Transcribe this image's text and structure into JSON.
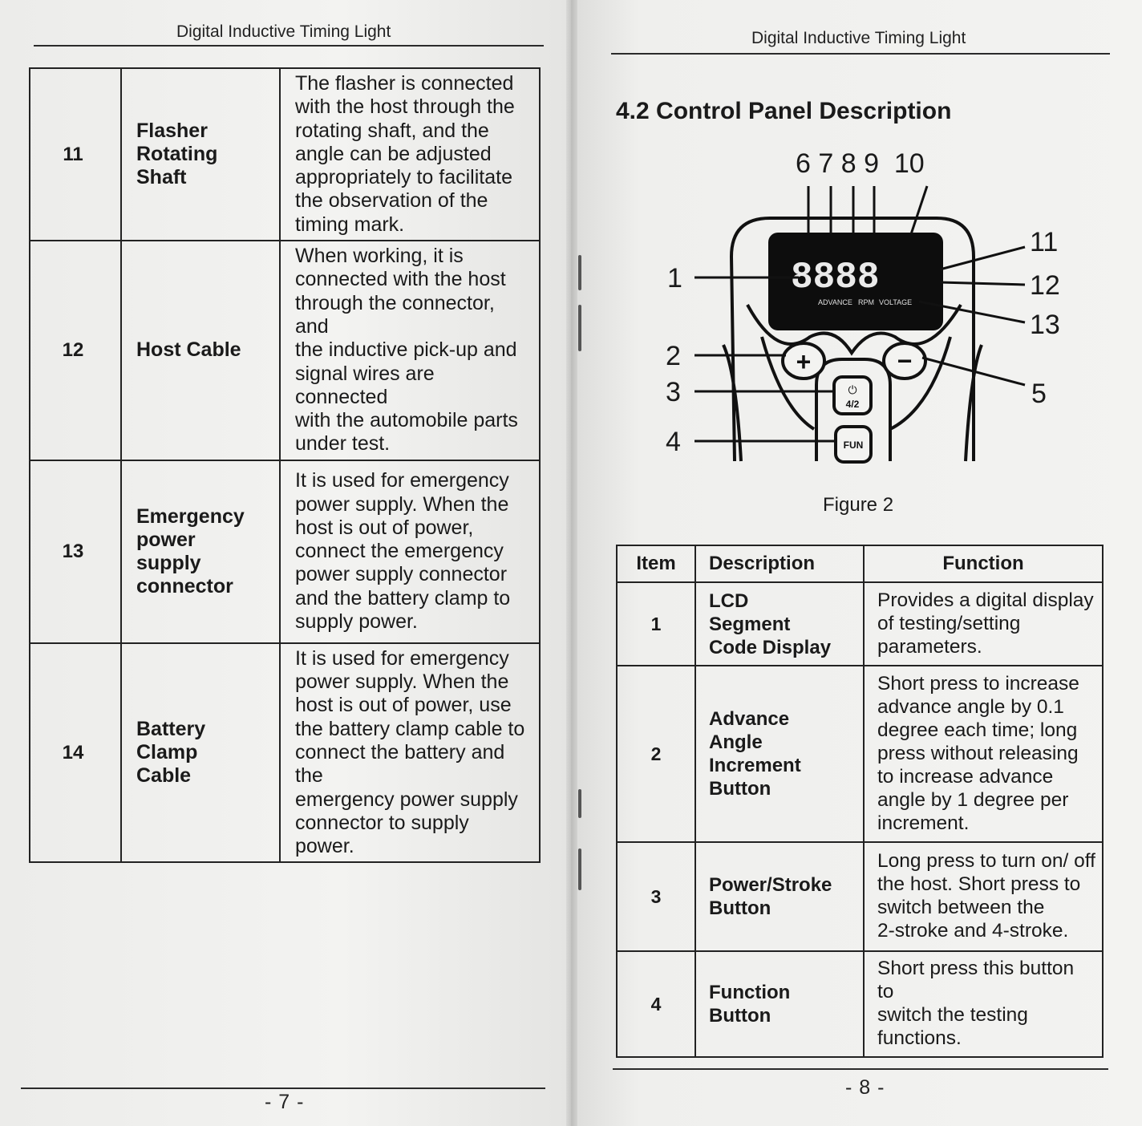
{
  "left_page": {
    "header": "Digital Inductive Timing Light",
    "rows": [
      {
        "item": "11",
        "name": [
          "Flasher",
          "Rotating",
          "Shaft"
        ],
        "function": [
          "The flasher is connected",
          "with the host through the",
          "rotating shaft, and the",
          "angle can be adjusted",
          "appropriately to facilitate",
          "the observation of the",
          "timing mark."
        ]
      },
      {
        "item": "12",
        "name": [
          "Host Cable"
        ],
        "function": [
          "When working, it is",
          "connected with the host",
          "through the connector, and",
          "the inductive pick-up and",
          "signal wires are connected",
          "with the automobile parts",
          "under test."
        ]
      },
      {
        "item": "13",
        "name": [
          "Emergency",
          "power",
          "supply",
          "connector"
        ],
        "function": [
          "It is used for emergency",
          "power supply. When the",
          "host is out of power,",
          "connect the emergency",
          "power supply connector",
          "and the battery clamp to",
          "supply power."
        ]
      },
      {
        "item": "14",
        "name": [
          "Battery",
          "Clamp",
          "Cable"
        ],
        "function": [
          "It is used for emergency",
          "power supply. When the",
          "host is out of power, use",
          "the battery clamp cable to",
          "connect the battery and the",
          "emergency power supply",
          "connector to supply power."
        ]
      }
    ],
    "page_number": "- 7 -"
  },
  "right_page": {
    "header": "Digital Inductive Timing Light",
    "section_title": "4.2 Control Panel Description",
    "figure": {
      "caption": "Figure 2",
      "top_callouts": "6 7 8 9  10",
      "left_callouts": [
        "1",
        "2",
        "3",
        "4"
      ],
      "right_callouts": [
        "11",
        "12",
        "13",
        "5"
      ],
      "lcd_digits": "8888",
      "lcd_indicators": [
        "ADVANCE",
        "RPM",
        "VOLTAGE"
      ],
      "plus_symbol": "+",
      "minus_symbol": "−",
      "power_label": "4/2",
      "fun_label": "FUN"
    },
    "table": {
      "headers": {
        "item": "Item",
        "description": "Description",
        "function": "Function"
      },
      "rows": [
        {
          "item": "1",
          "name": [
            "LCD",
            "Segment",
            "Code Display"
          ],
          "function": [
            "Provides a digital display",
            "of testing/setting",
            "parameters."
          ]
        },
        {
          "item": "2",
          "name": [
            "Advance",
            "Angle",
            "Increment",
            "Button"
          ],
          "function": [
            "Short press to increase",
            "advance angle by 0.1",
            "degree each time; long",
            "press without releasing",
            "to increase advance",
            "angle by 1 degree per",
            "increment."
          ]
        },
        {
          "item": "3",
          "name": [
            "Power/Stroke",
            "Button"
          ],
          "function": [
            "Long press to turn on/ off",
            "the host. Short press to",
            "switch between the",
            "2-stroke and 4-stroke."
          ]
        },
        {
          "item": "4",
          "name": [
            "Function",
            "Button"
          ],
          "function": [
            "Short press this button to",
            "switch the testing",
            "functions."
          ]
        }
      ]
    },
    "page_number": "- 8 -"
  }
}
